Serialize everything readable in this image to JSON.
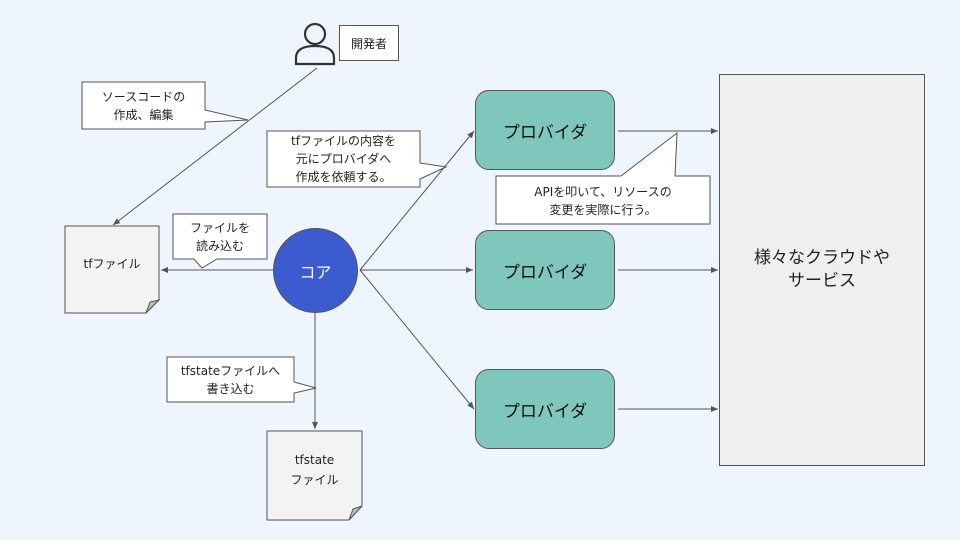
{
  "diagram": {
    "developer": {
      "label": "開発者",
      "icon": "user-icon"
    },
    "core": {
      "label": "コア"
    },
    "providers": [
      {
        "label": "プロバイダ"
      },
      {
        "label": "プロバイダ"
      },
      {
        "label": "プロバイダ"
      }
    ],
    "services": {
      "label": "様々なクラウドや\nサービス"
    },
    "files": {
      "tf": {
        "label": "tfファイル"
      },
      "tfstate": {
        "label": "tfstate\nファイル"
      }
    },
    "callouts": {
      "edit_source": "ソースコードの\n作成、編集",
      "request_provider": "tfファイルの内容を\n元にプロバイダへ\n作成を依頼する。",
      "read_file": "ファイルを\n読み込む",
      "write_tfstate": "tfstateファイルへ\n書き込む",
      "call_api": "APIを叩いて、リソースの\n変更を実際に行う。"
    },
    "colors": {
      "background": "#eef5fc",
      "core": "#3b5bcf",
      "provider": "#7fc6bc",
      "services": "#efefef",
      "document": "#f3f3f3"
    }
  }
}
